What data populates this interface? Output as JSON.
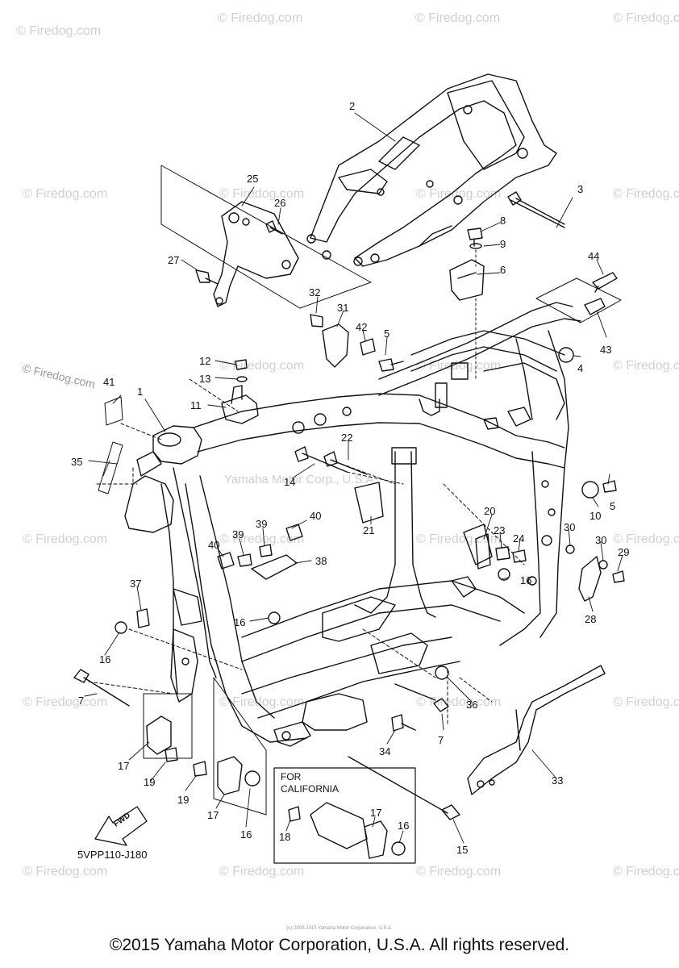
{
  "diagram": {
    "part_code": "5VPP110-J180",
    "california_box": {
      "line1": "FOR",
      "line2": "CALIFORNIA"
    },
    "fwd_label": "FWD",
    "copyright": "©2015 Yamaha Motor Corporation, U.S.A. All rights reserved.",
    "tiny_text": "(c) 2000-2015 Yamaha Motor Corporation, U.S.A.",
    "watermark": "© Firedog.com",
    "center_watermark": "Yamaha Motor Corp., U.S.A.",
    "side_watermark": "© Firedog.com",
    "callouts": [
      "1",
      "2",
      "3",
      "4",
      "5",
      "5",
      "6",
      "7",
      "7",
      "8",
      "9",
      "10",
      "11",
      "12",
      "13",
      "14",
      "15",
      "16",
      "16",
      "16",
      "16",
      "16",
      "17",
      "17",
      "17",
      "18",
      "19",
      "19",
      "20",
      "21",
      "22",
      "23",
      "24",
      "25",
      "26",
      "27",
      "28",
      "29",
      "30",
      "30",
      "31",
      "32",
      "33",
      "34",
      "35",
      "36",
      "37",
      "38",
      "39",
      "39",
      "40",
      "40",
      "41",
      "42",
      "43",
      "44"
    ]
  }
}
